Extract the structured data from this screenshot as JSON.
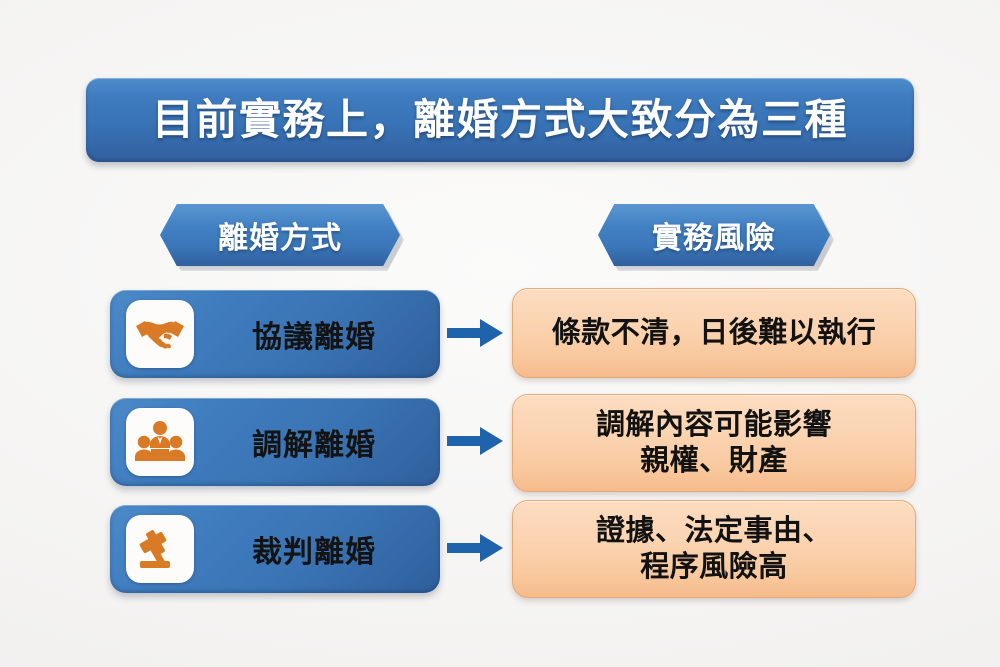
{
  "theme": {
    "background": "#f7f6f5",
    "blue_primary": "#3f7cbf",
    "blue_dark": "#2f5f9c",
    "orange_icon": "#d97b26",
    "orange_card": "#fbd4b2",
    "orange_card_border": "#e9a872",
    "arrow_color": "#1f63ad",
    "text_dark": "#121212",
    "text_light": "#ffffff"
  },
  "header": {
    "title": "目前實務上，離婚方式大致分為三種"
  },
  "columns": [
    {
      "id": "method",
      "label": "離婚方式"
    },
    {
      "id": "risk",
      "label": "實務風險"
    }
  ],
  "rows": [
    {
      "icon": "handshake-icon",
      "method": "協議離婚",
      "arrow": "arrow-right-icon",
      "risk_lines": [
        "條款不清，日後難以執行"
      ]
    },
    {
      "icon": "mediation-group-icon",
      "method": "調解離婚",
      "arrow": "arrow-right-icon",
      "risk_lines": [
        "調解內容可能影響",
        "親權、財產"
      ]
    },
    {
      "icon": "gavel-icon",
      "method": "裁判離婚",
      "arrow": "arrow-right-icon",
      "risk_lines": [
        "證據、法定事由、",
        "程序風險高"
      ]
    }
  ]
}
